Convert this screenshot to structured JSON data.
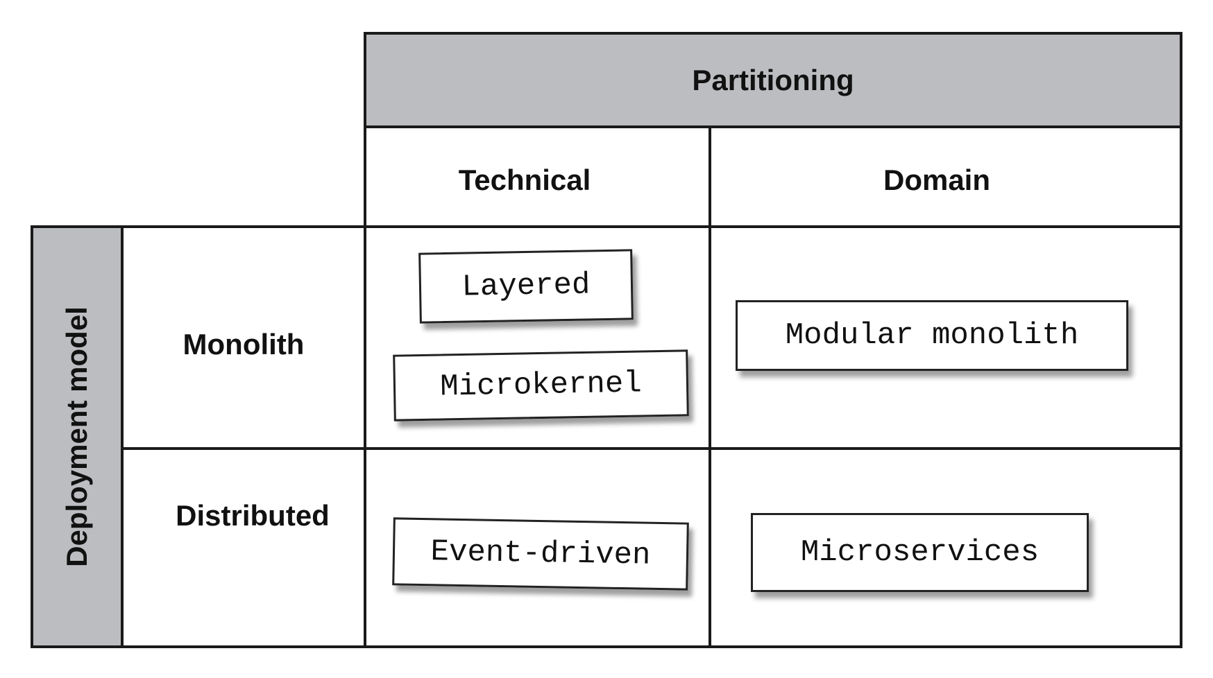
{
  "header": {
    "title": "Partitioning"
  },
  "columns": [
    {
      "label": "Technical"
    },
    {
      "label": "Domain"
    }
  ],
  "side": {
    "title": "Deployment model"
  },
  "rows": [
    {
      "label": "Monolith"
    },
    {
      "label": "Distributed"
    }
  ],
  "styles": {
    "monolith_technical": [
      "Layered",
      "Microkernel"
    ],
    "monolith_domain": [
      "Modular monolith"
    ],
    "distributed_technical": [
      "Event-driven"
    ],
    "distributed_domain": [
      "Microservices"
    ]
  },
  "colors": {
    "band_fill": "#bcbdc0",
    "line": "#1a1a1a",
    "card_fill": "#ffffff"
  }
}
